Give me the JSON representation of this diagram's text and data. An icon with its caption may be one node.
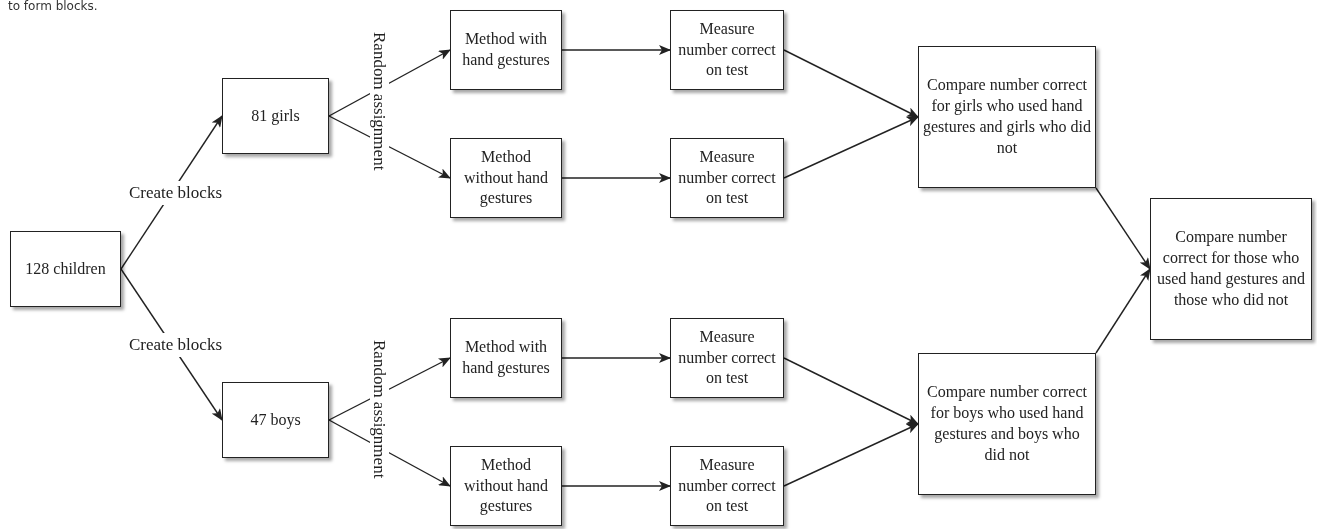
{
  "diagram": {
    "nodes": [
      {
        "text": [
          "128 children"
        ]
      },
      {
        "text": [
          "81 girls"
        ]
      },
      {
        "text": [
          "47 boys"
        ]
      },
      {
        "text": [
          "Method with hand gestures"
        ]
      },
      {
        "text": [
          "Method without hand gestures"
        ]
      },
      {
        "text": [
          "Measure number correct on test"
        ]
      },
      {
        "text": [
          "Measure number correct on test"
        ]
      },
      {
        "text": [
          "Compare number correct for girls who used hand gestures and girls who did not"
        ]
      },
      {
        "text": [
          "Method with hand gestures"
        ]
      },
      {
        "text": [
          "Method without hand gestures"
        ]
      },
      {
        "text": [
          "Measure number correct on test"
        ]
      },
      {
        "text": [
          "Measure number correct on test"
        ]
      },
      {
        "text": [
          "Compare number correct for boys who used hand gestures and boys who did not"
        ]
      },
      {
        "text": [
          "Compare number correct for those who used hand gestures and those who did not"
        ]
      }
    ],
    "edges": [
      {
        "from": 0,
        "to": 1,
        "arrow": "to",
        "label": "Create blocks"
      },
      {
        "from": 0,
        "to": 2,
        "arrow": "to",
        "label": "Create blocks"
      },
      {
        "from": 1,
        "to": 3,
        "arrow": "to"
      },
      {
        "from": 1,
        "to": 4,
        "arrow": "to"
      },
      {
        "from": 3,
        "to": 5,
        "arrow": "to"
      },
      {
        "from": 4,
        "to": 6,
        "arrow": "to"
      },
      {
        "from": 5,
        "to": 7,
        "arrow": "to"
      },
      {
        "from": 6,
        "to": 7,
        "arrow": "to"
      },
      {
        "from": 2,
        "to": 8,
        "arrow": "to"
      },
      {
        "from": 2,
        "to": 9,
        "arrow": "to"
      },
      {
        "from": 8,
        "to": 10,
        "arrow": "to"
      },
      {
        "from": 9,
        "to": 11,
        "arrow": "to"
      },
      {
        "from": 10,
        "to": 12,
        "arrow": "to"
      },
      {
        "from": 11,
        "to": 12,
        "arrow": "to"
      },
      {
        "from": 7,
        "to": 13,
        "arrow": "to"
      },
      {
        "from": 12,
        "to": 13,
        "arrow": "to"
      }
    ],
    "labels": [
      "to form blocks.",
      "Random assignment",
      "Random assignment"
    ]
  }
}
